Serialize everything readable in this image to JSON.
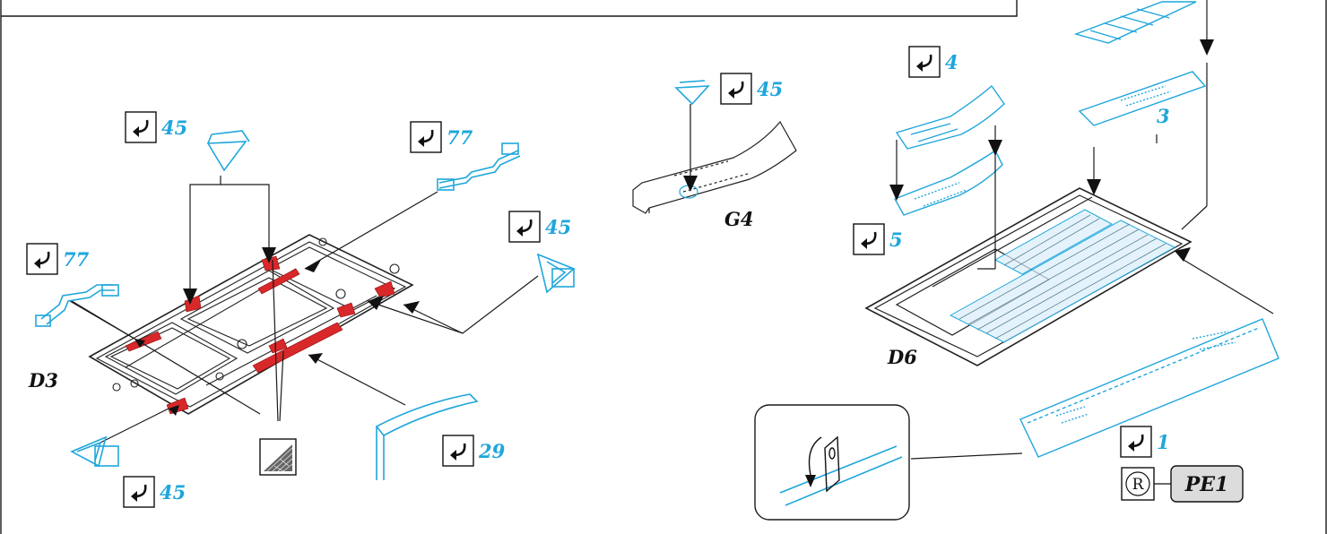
{
  "colors": {
    "accent_blue": "#1fa6dc",
    "part_red": "#d8282a",
    "line": "#1a1a1a",
    "pe_fill": "#dcdcdc"
  },
  "icons": {
    "bend_step": "fold-arrow-icon",
    "texture_ref": "mesh-texture-icon",
    "registered": "registered-mark-icon"
  },
  "left_group": {
    "part_code": "D3",
    "steps": [
      {
        "number": "45"
      },
      {
        "number": "77"
      },
      {
        "number": "45"
      },
      {
        "number": "77"
      },
      {
        "number": "45"
      },
      {
        "number": "29"
      }
    ]
  },
  "middle_group": {
    "part_code": "G4",
    "steps": [
      {
        "number": "45"
      }
    ]
  },
  "right_group": {
    "part_code": "D6",
    "steps": [
      {
        "number": "4"
      },
      {
        "number": "3"
      },
      {
        "number": "5"
      },
      {
        "number": "1"
      }
    ],
    "registered_symbol": "R",
    "pe_label": "PE1"
  }
}
